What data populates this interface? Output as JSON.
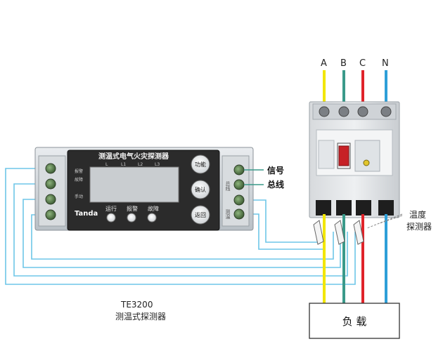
{
  "phases": {
    "a": "A",
    "b": "B",
    "c": "C",
    "n": "N"
  },
  "detector": {
    "panel_title": "测温式电气火灾探测器",
    "brand": "Tanda",
    "top_marks": [
      "L",
      "L1",
      "L2",
      "L3"
    ],
    "left_labels": [
      "报警",
      "故障",
      "",
      "手动"
    ],
    "buttons": {
      "function": "功能",
      "confirm": "确认",
      "return": "返回"
    },
    "leds": {
      "run": "运行",
      "alarm": "报警",
      "fault": "故障"
    },
    "right_side_labels": [
      "总线",
      "测温"
    ]
  },
  "labels": {
    "signal": "信号",
    "bus": "总线",
    "temp_line1": "温度",
    "temp_line2": "探测器",
    "model": "TE3200",
    "model_name": "测温式探测器",
    "load": "负  载"
  },
  "colors": {
    "phase_a": "#f2e600",
    "phase_b": "#3a9a8a",
    "phase_c": "#e0242a",
    "phase_n": "#2e9fd8",
    "sensor_wire": "#6ec6e8",
    "panel_dark": "#2b2b2b",
    "lcd": "#c9cdd0"
  }
}
